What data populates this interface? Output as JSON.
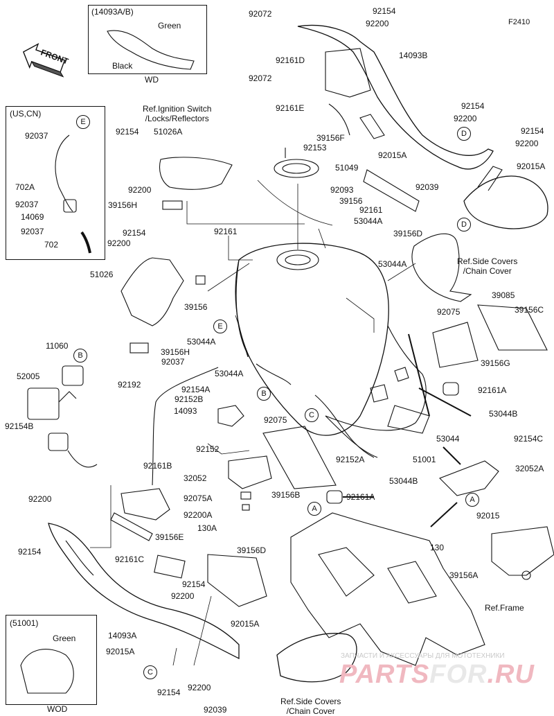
{
  "figure_code": "F2410",
  "front_label": "FRONT",
  "insets": {
    "wd": {
      "title": "(14093A/B)",
      "green": "Green",
      "black": "Black",
      "caption": "WD"
    },
    "us": {
      "title": "(US,CN)",
      "part_92037_a": "92037",
      "part_702a": "702A",
      "part_92037_b": "92037",
      "part_14069": "14069",
      "part_92037_c": "92037",
      "part_702": "702"
    },
    "wod": {
      "title": "(51001)",
      "green": "Green",
      "caption": "WOD"
    }
  },
  "callouts": {
    "E": "E",
    "B": "B",
    "C": "C",
    "D": "D",
    "A": "A"
  },
  "refs": {
    "ignition": "Ref.Ignition Switch\n/Locks/Reflectors",
    "side_covers_right": "Ref.Side Covers\n/Chain Cover",
    "frame": "Ref.Frame",
    "side_covers_bottom": "Ref.Side Covers\n/Chain Cover"
  },
  "watermark": {
    "top": "ЗАПЧАСТИ И АКСЕССУАРЫ ДЛЯ МОТОТЕХНИКИ",
    "brand_a": "PARTS",
    "brand_b": "FOR",
    "brand_c": ".RU"
  },
  "labels": {
    "l92072a": "92072",
    "l92072b": "92072",
    "l92154_top": "92154",
    "l92200_top": "92200",
    "l14093b": "14093B",
    "l92161d": "92161D",
    "l92161e": "92161E",
    "l39156f": "39156F",
    "l92154_r1": "92154",
    "l92200_r1": "92200",
    "l92154_r2": "92154",
    "l92200_r2": "92200",
    "l92015a_r1": "92015A",
    "l92015a_r2": "92015A",
    "l92039_r": "92039",
    "l39156d_r": "39156D",
    "l92153": "92153",
    "l51049": "51049",
    "l92093": "92093",
    "l39156_c": "39156",
    "l92161_c": "92161",
    "l53044a_1": "53044A",
    "l53044a_2": "53044A",
    "l39085": "39085",
    "l92075_r": "92075",
    "l39156c": "39156C",
    "l39156g": "39156G",
    "l92161a_r": "92161A",
    "l53044b_r": "53044B",
    "l92154_l1": "92154",
    "l51026a": "51026A",
    "l92200_l1": "92200",
    "l39156h_l": "39156H",
    "l92161_l": "92161",
    "l92154_l2": "92154",
    "l92200_l2": "92200",
    "l51026": "51026",
    "l39156_l": "39156",
    "l53044a_l": "53044A",
    "l39156h_b": "39156H",
    "l92037_m": "92037",
    "l53044a_m": "53044A",
    "l92192": "92192",
    "l11060": "11060",
    "l52005": "52005",
    "l92154b": "92154B",
    "l92154a": "92154A",
    "l92152b": "92152B",
    "l14093": "14093",
    "l92075_m": "92075",
    "l92152": "92152",
    "l32052": "32052",
    "l92075a": "92075A",
    "l92200a": "92200A",
    "l130a": "130A",
    "l39156b": "39156B",
    "l92152a": "92152A",
    "l51001": "51001",
    "l53044": "53044",
    "l53044b_b": "53044B",
    "l92154c": "92154C",
    "l32052a": "32052A",
    "l92161a_b": "92161A",
    "l92015_r": "92015",
    "l130": "130",
    "l92161b": "92161B",
    "l92200_lb": "92200",
    "l92154_lb": "92154",
    "l92161c": "92161C",
    "l39156e": "39156E",
    "l39156d_b": "39156D",
    "l14093a": "14093A",
    "l92154_b": "92154",
    "l92200_b": "92200",
    "l92015a_b1": "92015A",
    "l92015a_b2": "92015A",
    "l92154_b2": "92154",
    "l92200_b2": "92200",
    "l92039_b": "92039",
    "l39156a": "39156A"
  }
}
